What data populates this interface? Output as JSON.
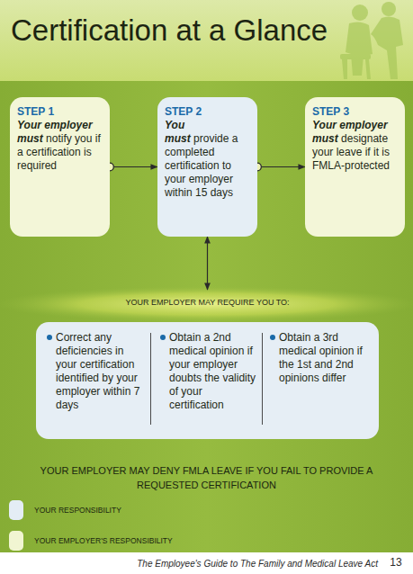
{
  "diagram": {
    "title": "Certification at a Glance",
    "nodes": [
      {
        "text": [
          "STEP 1",
          "Your employer must",
          "notify you if a certification is required"
        ]
      },
      {
        "text": [
          "STEP 2",
          "You must",
          "provide a completed certification to your employer within 15 days"
        ]
      },
      {
        "text": [
          "STEP 3",
          "Your employer must",
          "designate your leave if it is FMLA-protected"
        ]
      },
      {
        "text": [
          "YOUR EMPLOYER MAY REQUIRE YOU TO:"
        ]
      },
      {
        "text": [
          "Correct any deficiencies in your certification identified by your employer within 7 days"
        ],
        "in": 3
      },
      {
        "text": [
          "Obtain a 2nd medical opinion if your employer doubts the validity of your certification"
        ],
        "in": 3
      },
      {
        "text": [
          "Obtain a 3rd medical opinion if the 1st and 2nd opinions differ"
        ],
        "in": 3
      }
    ],
    "edges": [
      {
        "from": 0,
        "to": 1,
        "arrow": "to"
      },
      {
        "from": 1,
        "to": 2,
        "arrow": "to"
      },
      {
        "from": 1,
        "to": 3,
        "arrow": "both"
      }
    ],
    "labels": [
      "YOUR EMPLOYER MAY DENY FMLA LEAVE IF YOU FAIL TO PROVIDE A REQUESTED CERTIFICATION",
      "The Employee's Guide to The Family and Medical Leave Act",
      "13"
    ],
    "legend": [
      {
        "text": "YOUR RESPONSIBILITY",
        "color": "#e4edf5"
      },
      {
        "text": "YOUR EMPLOYER'S RESPONSIBILITY",
        "color": "#f1f5d2"
      }
    ]
  }
}
